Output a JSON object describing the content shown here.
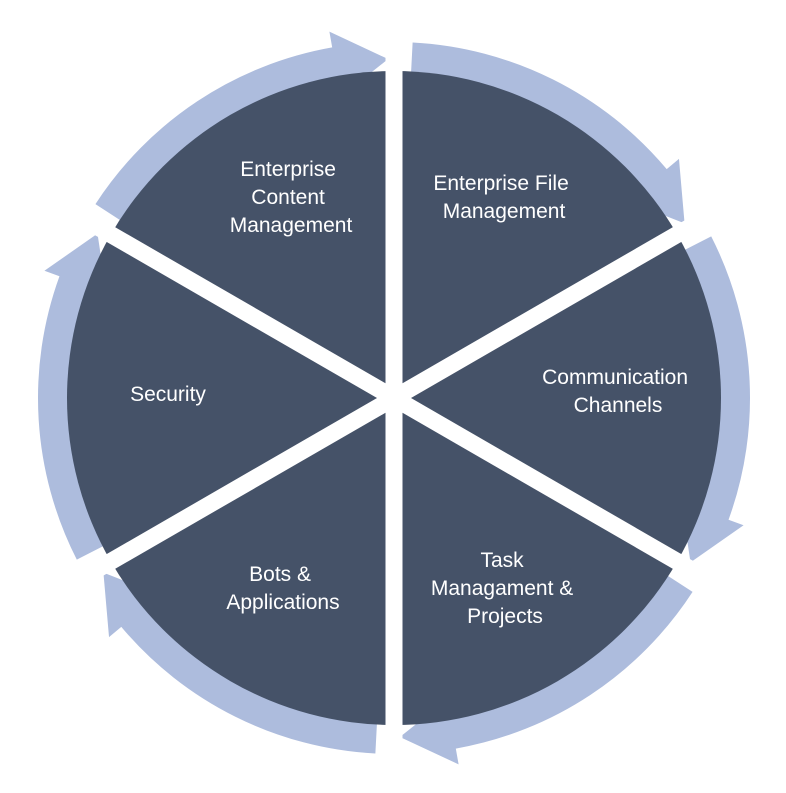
{
  "diagram": {
    "colors": {
      "segment_fill": "#455268",
      "arrow_fill": "#adbcdd",
      "background": "#ffffff"
    },
    "segments": [
      {
        "id": "enterprise-file-management",
        "lines": [
          "Enterprise File",
          "Management"
        ]
      },
      {
        "id": "communication-channels",
        "lines": [
          "Communication",
          "Channels"
        ]
      },
      {
        "id": "task-management-projects",
        "lines": [
          "Task",
          "Managament &",
          "Projects"
        ]
      },
      {
        "id": "bots-applications",
        "lines": [
          "Bots &",
          "Applications"
        ]
      },
      {
        "id": "security",
        "lines": [
          "Security"
        ]
      },
      {
        "id": "enterprise-content-management",
        "lines": [
          "Enterprise",
          "Content",
          "Management"
        ]
      }
    ]
  }
}
